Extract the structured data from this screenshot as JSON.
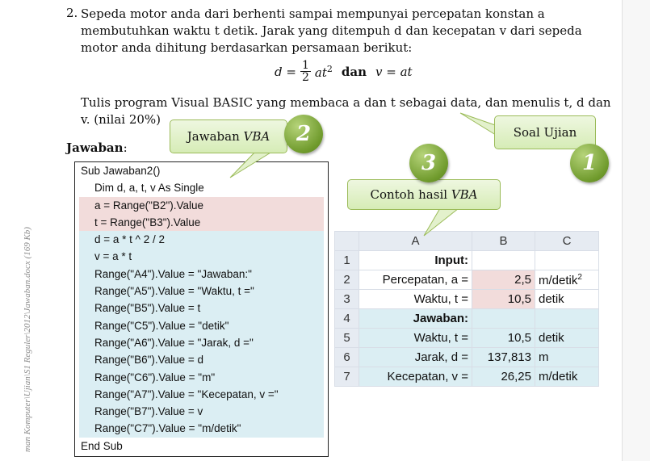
{
  "question": {
    "number": "2.",
    "text": "Sepeda motor anda dari berhenti sampai mempunyai percepatan konstan a membutuhkan waktu t detik. Jarak yang ditempuh d dan kecepatan v dari sepeda motor anda dihitung berdasarkan persamaan berikut:",
    "formula": {
      "lhs": "d =",
      "frac_num": "1",
      "frac_den": "2",
      "term": "at",
      "exp": "2",
      "conj": "dan",
      "second": "v = at"
    },
    "task": "Tulis program Visual BASIC yang membaca a dan t sebagai data, dan menulis t, d dan v. (nilai 20%)"
  },
  "answer_label": "Jawaban",
  "answer_colon": ":",
  "margin_note": "man Komputer\\Ujian\\S1 Reguler\\2012\\Jawaban.docx (169 Kb)",
  "callouts": {
    "soal": "Soal Ujian",
    "jawaban_prefix": "Jawaban ",
    "jawaban_em": "VBA",
    "contoh_prefix": "Contoh hasil ",
    "contoh_em": "VBA"
  },
  "badges": {
    "one": "1",
    "two": "2",
    "three": "3"
  },
  "code": {
    "head": "Sub Jawaban2()",
    "decl": "Dim d, a, t, v As Single",
    "input": [
      "a = Range(\"B2\").Value",
      "t = Range(\"B3\").Value"
    ],
    "body": [
      "d = a * t ^ 2 / 2",
      "v = a * t",
      "Range(\"A4\").Value = \"Jawaban:\"",
      "Range(\"A5\").Value = \"Waktu, t =\"",
      "Range(\"B5\").Value = t",
      "Range(\"C5\").Value = \"detik\"",
      "Range(\"A6\").Value = \"Jarak, d =\"",
      "Range(\"B6\").Value = d",
      "Range(\"C6\").Value = \"m\"",
      "Range(\"A7\").Value = \"Kecepatan, v =\"",
      "Range(\"B7\").Value = v",
      "Range(\"C7\").Value = \"m/detik\""
    ],
    "end": "End Sub"
  },
  "sheet": {
    "cols": [
      "A",
      "B",
      "C"
    ],
    "rows": [
      {
        "n": "1",
        "a": "Input:",
        "b": "",
        "c": ""
      },
      {
        "n": "2",
        "a": "Percepatan, a =",
        "b": "2,5",
        "c": "m/detik",
        "c_sup": "2"
      },
      {
        "n": "3",
        "a": "Waktu, t =",
        "b": "10,5",
        "c": "detik"
      },
      {
        "n": "4",
        "a": "Jawaban:",
        "b": "",
        "c": ""
      },
      {
        "n": "5",
        "a": "Waktu, t =",
        "b": "10,5",
        "c": "detik"
      },
      {
        "n": "6",
        "a": "Jarak, d =",
        "b": "137,813",
        "c": "m"
      },
      {
        "n": "7",
        "a": "Kecepatan, v =",
        "b": "26,25",
        "c": "m/detik"
      }
    ]
  },
  "colors": {
    "input_fill": "#f2dcdb",
    "output_fill": "#dbeef3",
    "callout": "#d6ecb6",
    "badge": "#6f9a2c"
  }
}
